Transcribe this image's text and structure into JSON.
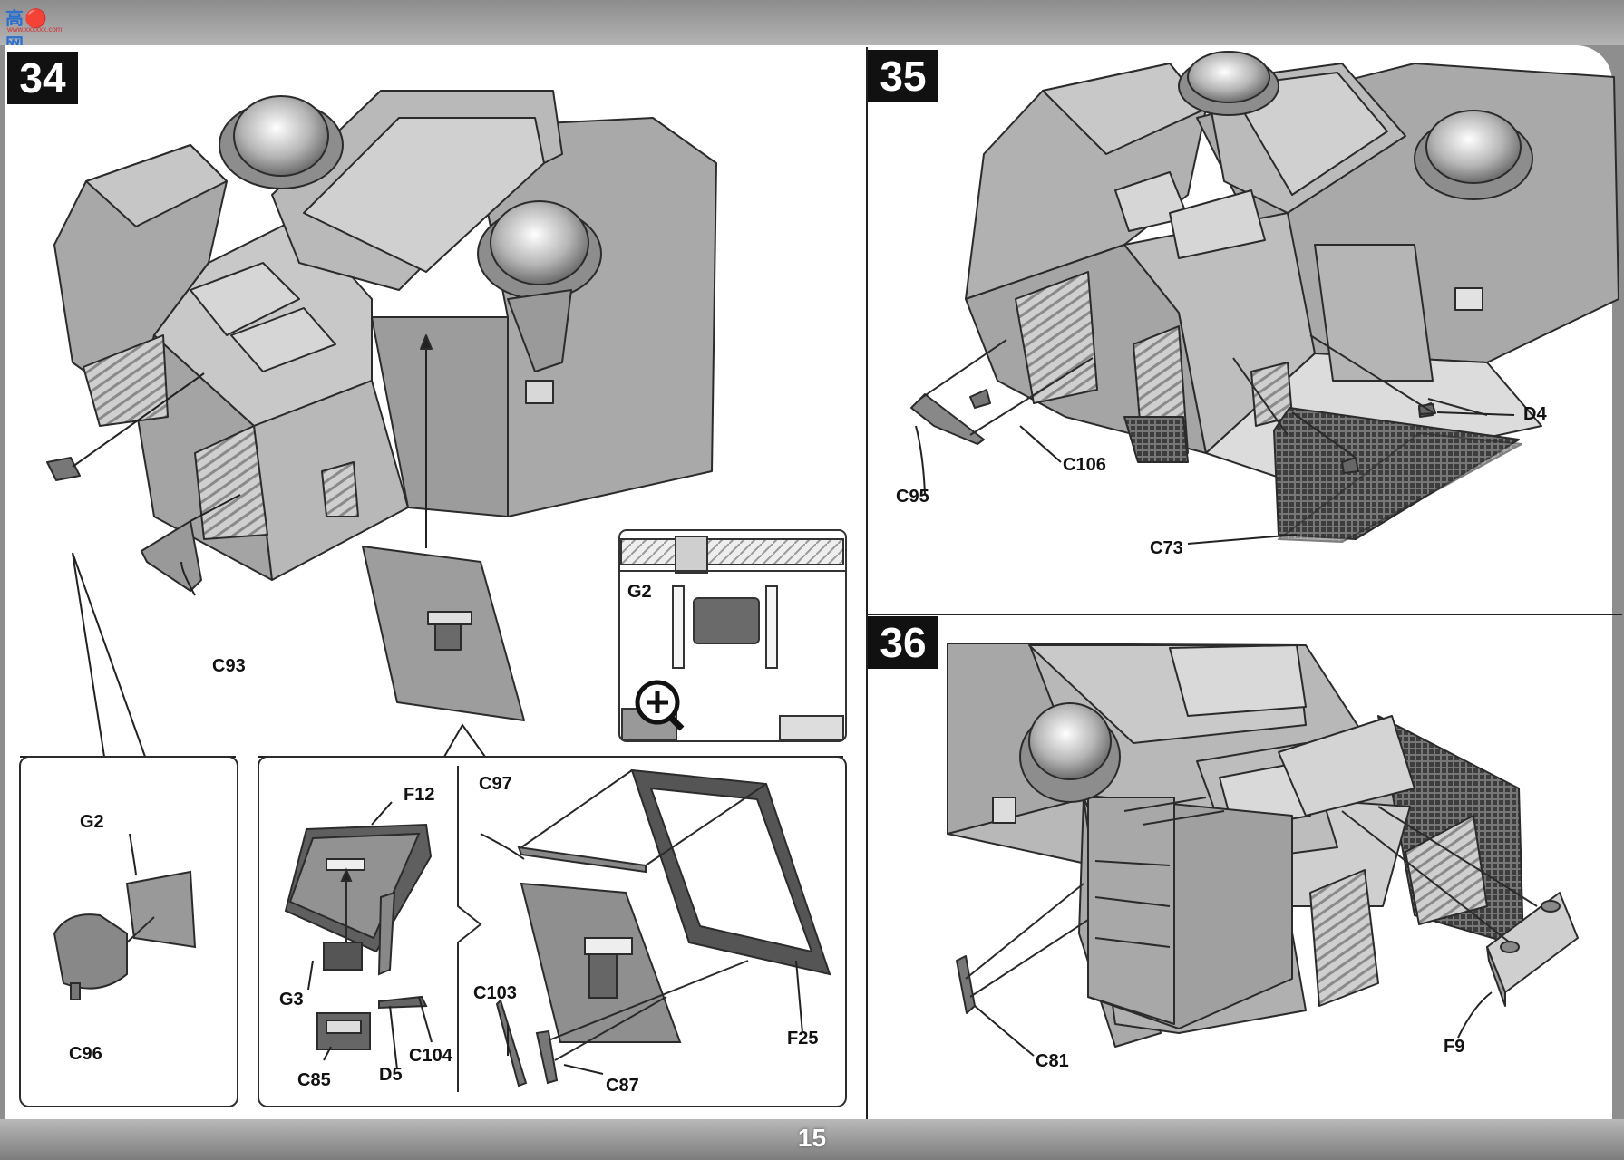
{
  "header": {
    "logo_text": "高🔴网",
    "logo_sub": "www.xxxxxx.com"
  },
  "page_number": "15",
  "steps": [
    {
      "number": "34",
      "parts": [
        "C93",
        "G2",
        "C96",
        "F12",
        "G3",
        "C85",
        "D5",
        "C104",
        "C97",
        "C103",
        "C87",
        "F25"
      ],
      "inset_label": "G2"
    },
    {
      "number": "35",
      "parts": [
        "D4",
        "C106",
        "C95",
        "C73"
      ]
    },
    {
      "number": "36",
      "parts": [
        "C81",
        "F9"
      ]
    }
  ]
}
